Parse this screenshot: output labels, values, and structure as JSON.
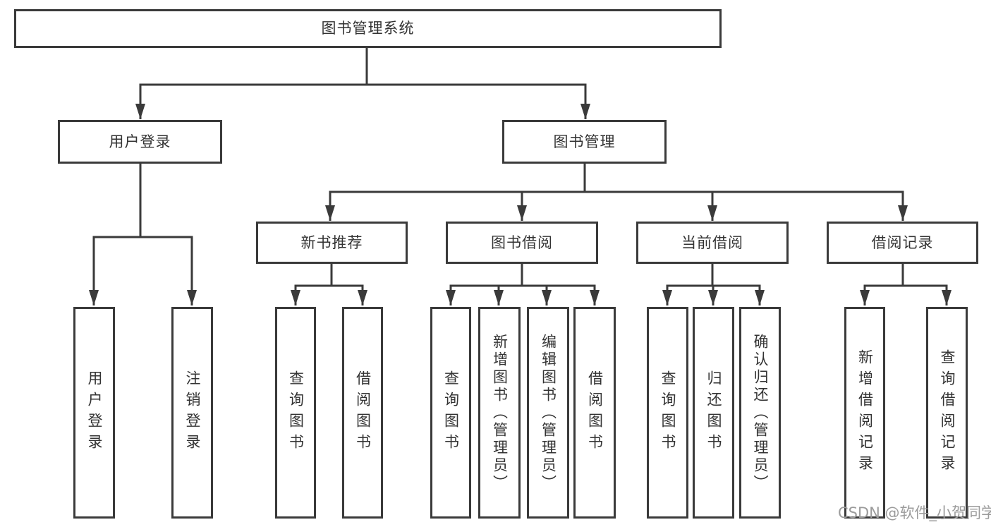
{
  "diagram": {
    "title": "图书管理系统",
    "watermark": "CSDN @软件_小贺同学",
    "colors": {
      "border": "#3a3a3a",
      "text": "#333333",
      "background": "#ffffff",
      "watermark": "#9b9b9b"
    },
    "nodes": {
      "root": {
        "label": "图书管理系统"
      },
      "user_login": {
        "label": "用户登录"
      },
      "book_mgmt": {
        "label": "图书管理"
      },
      "new_book_rec": {
        "label": "新书推荐"
      },
      "book_borrow": {
        "label": "图书借阅"
      },
      "current_borrow": {
        "label": "当前借阅"
      },
      "borrow_records": {
        "label": "借阅记录"
      },
      "user_login_op": {
        "label": "用户登录"
      },
      "logout_op": {
        "label": "注销登录"
      },
      "query_books_rec": {
        "label": "查询图书"
      },
      "borrow_books_rec": {
        "label": "借阅图书"
      },
      "query_books_borrow": {
        "label": "查询图书"
      },
      "add_books_admin": {
        "label": "新增图书（管理员）"
      },
      "edit_books_admin": {
        "label": "编辑图书（管理员）"
      },
      "borrow_books_op": {
        "label": "借阅图书"
      },
      "query_books_current": {
        "label": "查询图书"
      },
      "return_books": {
        "label": "归还图书"
      },
      "confirm_return_admin": {
        "label": "确认归还（管理员）"
      },
      "add_borrow_record": {
        "label": "新增借阅记录"
      },
      "query_borrow_record": {
        "label": "查询借阅记录"
      }
    },
    "hierarchy": {
      "root": [
        "user_login",
        "book_mgmt"
      ],
      "user_login": [
        "user_login_op",
        "logout_op"
      ],
      "book_mgmt": [
        "new_book_rec",
        "book_borrow",
        "current_borrow",
        "borrow_records"
      ],
      "new_book_rec": [
        "query_books_rec",
        "borrow_books_rec"
      ],
      "book_borrow": [
        "query_books_borrow",
        "add_books_admin",
        "edit_books_admin",
        "borrow_books_op"
      ],
      "current_borrow": [
        "query_books_current",
        "return_books",
        "confirm_return_admin"
      ],
      "borrow_records": [
        "add_borrow_record",
        "query_borrow_record"
      ]
    }
  }
}
